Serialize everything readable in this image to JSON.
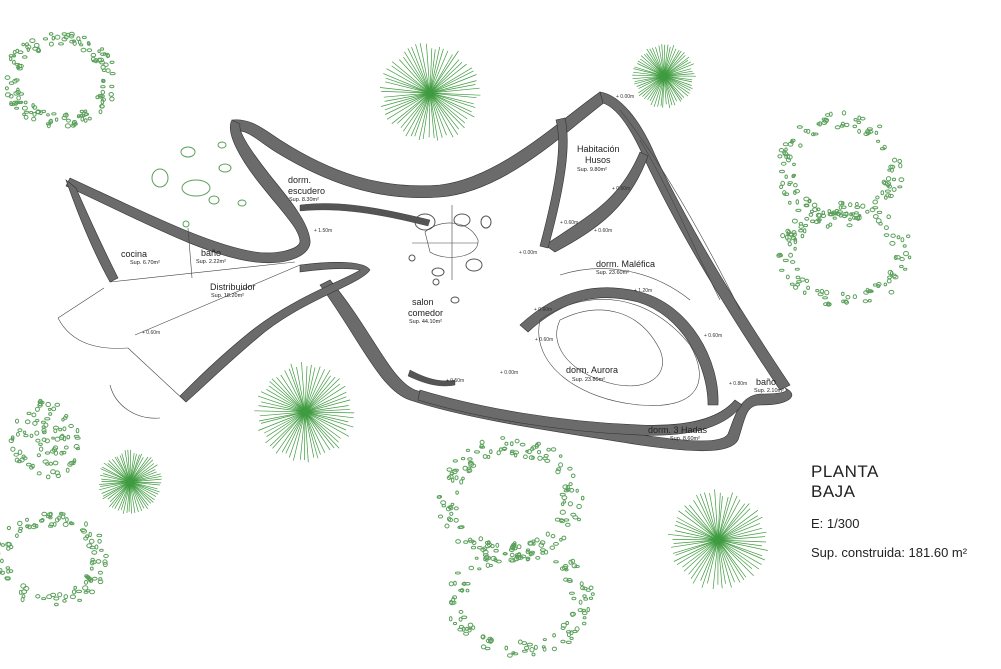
{
  "legend": {
    "title_line1": "PLANTA",
    "title_line2": "BAJA",
    "scale": "E: 1/300",
    "built_area": "Sup. construida: 181.60 m²"
  },
  "rooms": {
    "cocina": {
      "name": "cocina",
      "area": "Sup. 6.70m²"
    },
    "bano1": {
      "name": "baño",
      "area": "Sup. 2.22m²"
    },
    "distribuidor": {
      "name": "Distribuidor",
      "area": "Sup. 18.20m²"
    },
    "escudero": {
      "name1": "dorm.",
      "name2": "escudero",
      "area": "Sup. 8.30m²"
    },
    "salon": {
      "name1": "salon",
      "name2": "comedor",
      "area": "Sup. 44.10m²"
    },
    "husos": {
      "name1": "Habitación",
      "name2": "Husos",
      "area": "Sup. 9.80m²"
    },
    "malefica": {
      "name": "dorm. Maléfica",
      "area": "Sup. 23.60m²"
    },
    "aurora": {
      "name": "dorm. Aurora",
      "area": "Sup. 23.80m²"
    },
    "bano2": {
      "name": "baño",
      "area": "Sup. 2.10m²"
    },
    "hadas": {
      "name": "dorm. 3 Hadas",
      "area": "Sup. 8.60m²"
    }
  },
  "levels": {
    "l1": "+ 0.60m",
    "l2": "+ 1.50m",
    "l3": "+ 0.00m",
    "l4": "+ 0.60m",
    "l5": "+ 0.00m",
    "l6": "+ 0.60m",
    "l7": "+ 0.60m",
    "l8": "+ 1.20m",
    "l9": "+ 0.60m",
    "l10": "+ 0.60m",
    "l11": "+ 0.60m",
    "l12": "+ 0.50m",
    "l13": "+ 0.00m",
    "l14": "+ 0.60m",
    "l15": "+ 0.80m"
  },
  "colors": {
    "wall": "#6b6b6b",
    "wall_edge": "#333333",
    "tree": "#3f9b3f",
    "shrub": "#5aa05a",
    "line": "#444444"
  }
}
